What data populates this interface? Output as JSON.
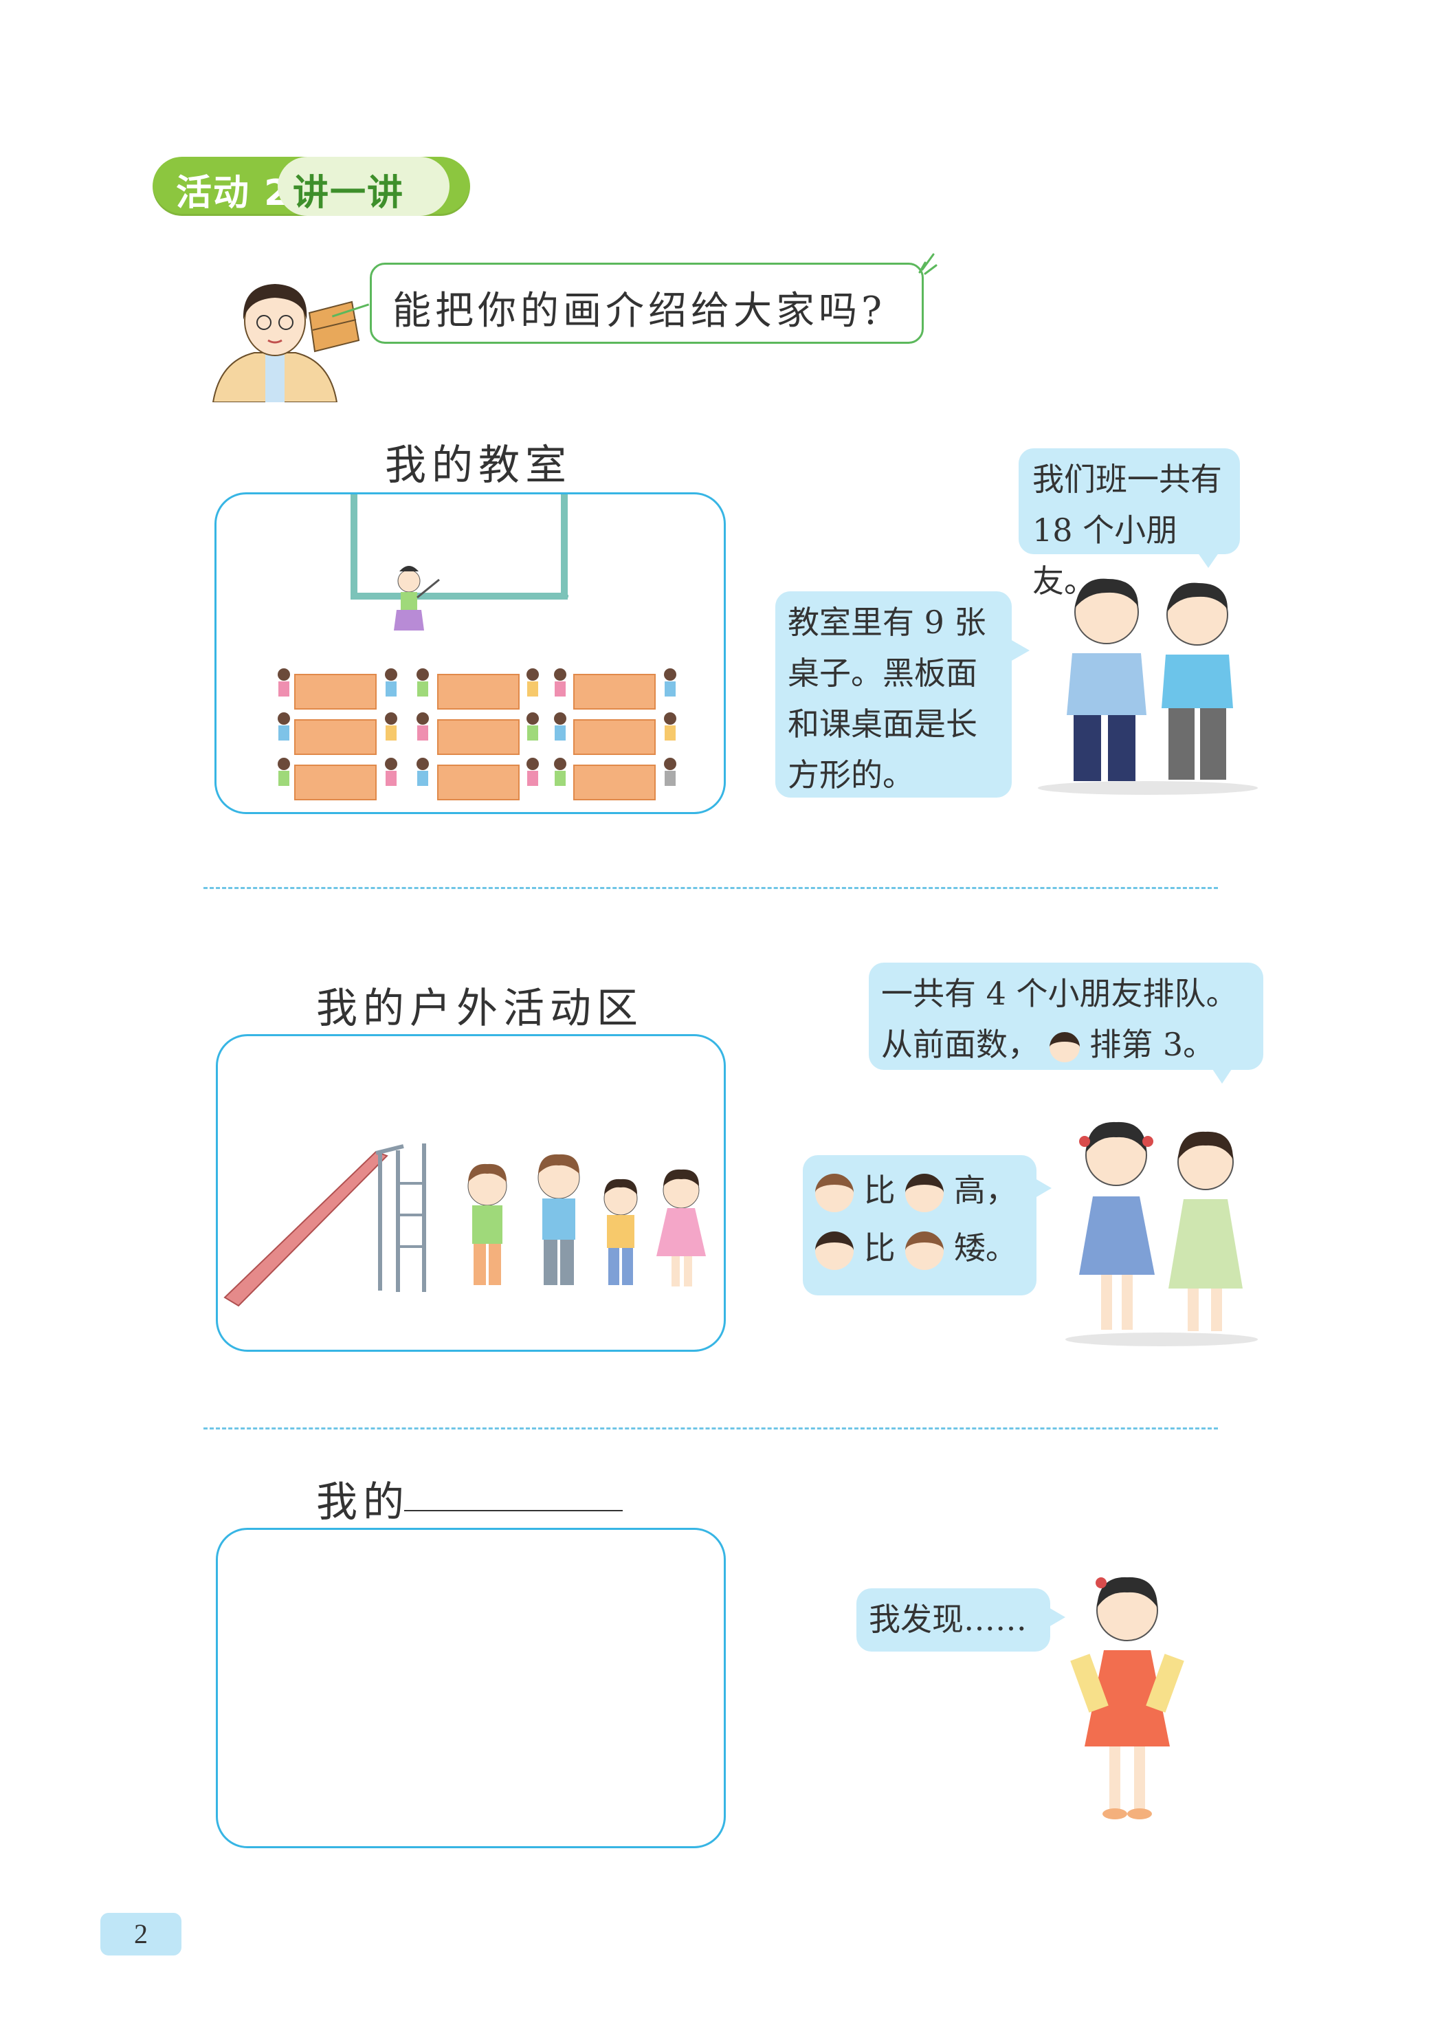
{
  "activity": {
    "label": "活动 2：",
    "title": "讲一讲"
  },
  "teacher_question": "能把你的画介绍给大家吗?",
  "section1": {
    "title": "我的教室",
    "bubble_top": [
      "我们班一共有",
      "18 个小朋友。"
    ],
    "bubble_left": [
      "教室里有 9 张",
      "桌子。黑板面",
      "和课桌面是长",
      "方形的。"
    ]
  },
  "section2": {
    "title": "我的户外活动区",
    "bubble_top": [
      "一共有 4 个小朋友排队。",
      "从前面数，",
      "排第 3。"
    ],
    "bubble_left": [
      "比",
      "高，",
      "比",
      "矮。"
    ]
  },
  "section3": {
    "title": "我的",
    "bubble": "我发现……"
  },
  "page_number": "2",
  "colors": {
    "badge_green": "#8cc63f",
    "frame_blue": "#37b5e4",
    "bubble_blue": "#c8ebf9",
    "question_border": "#5cb85c"
  }
}
